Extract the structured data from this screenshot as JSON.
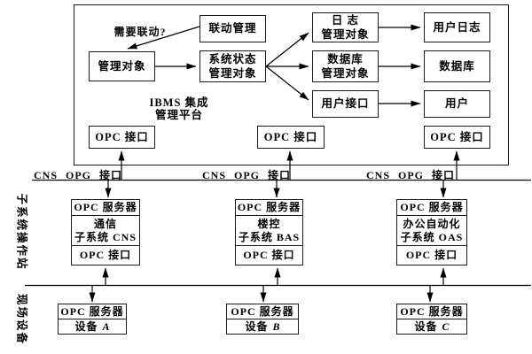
{
  "diagram": {
    "platform": {
      "title": "IBMS 集成\n管理平台",
      "question_label": "需要联动?",
      "linkage_management": "联动管理",
      "managed_object": "管理对象",
      "system_status": "系统状态\n管理对象",
      "log_management": "日 志\n管理对象",
      "database_management": "数据库\n管理对象",
      "user_interface": "用户接口",
      "user_log": "用户日志",
      "database": "数据库",
      "user": "用户",
      "opc_interface": "OPC 接口"
    },
    "bus_label": "CNS OPG 接口",
    "sections": {
      "subsystem_stations": "子系统操作站",
      "field_devices": "现场设备"
    },
    "subsystems": [
      {
        "server": "OPC 服务器",
        "name": "通信\n子系统 CNS",
        "interface": "OPC 接口"
      },
      {
        "server": "OPC 服务器",
        "name": "楼控\n子系统 BAS",
        "interface": "OPC 接口"
      },
      {
        "server": "OPC 服务器",
        "name": "办公自动化\n子系统 OAS",
        "interface": "OPC 接口"
      }
    ],
    "devices": [
      {
        "server": "OPC 服务器",
        "label": "设备",
        "id": "A"
      },
      {
        "server": "OPC 服务器",
        "label": "设备",
        "id": "B"
      },
      {
        "server": "OPC 服务器",
        "label": "设备",
        "id": "C"
      }
    ],
    "colors": {
      "line": "#000000",
      "background": "#ffffff"
    }
  }
}
